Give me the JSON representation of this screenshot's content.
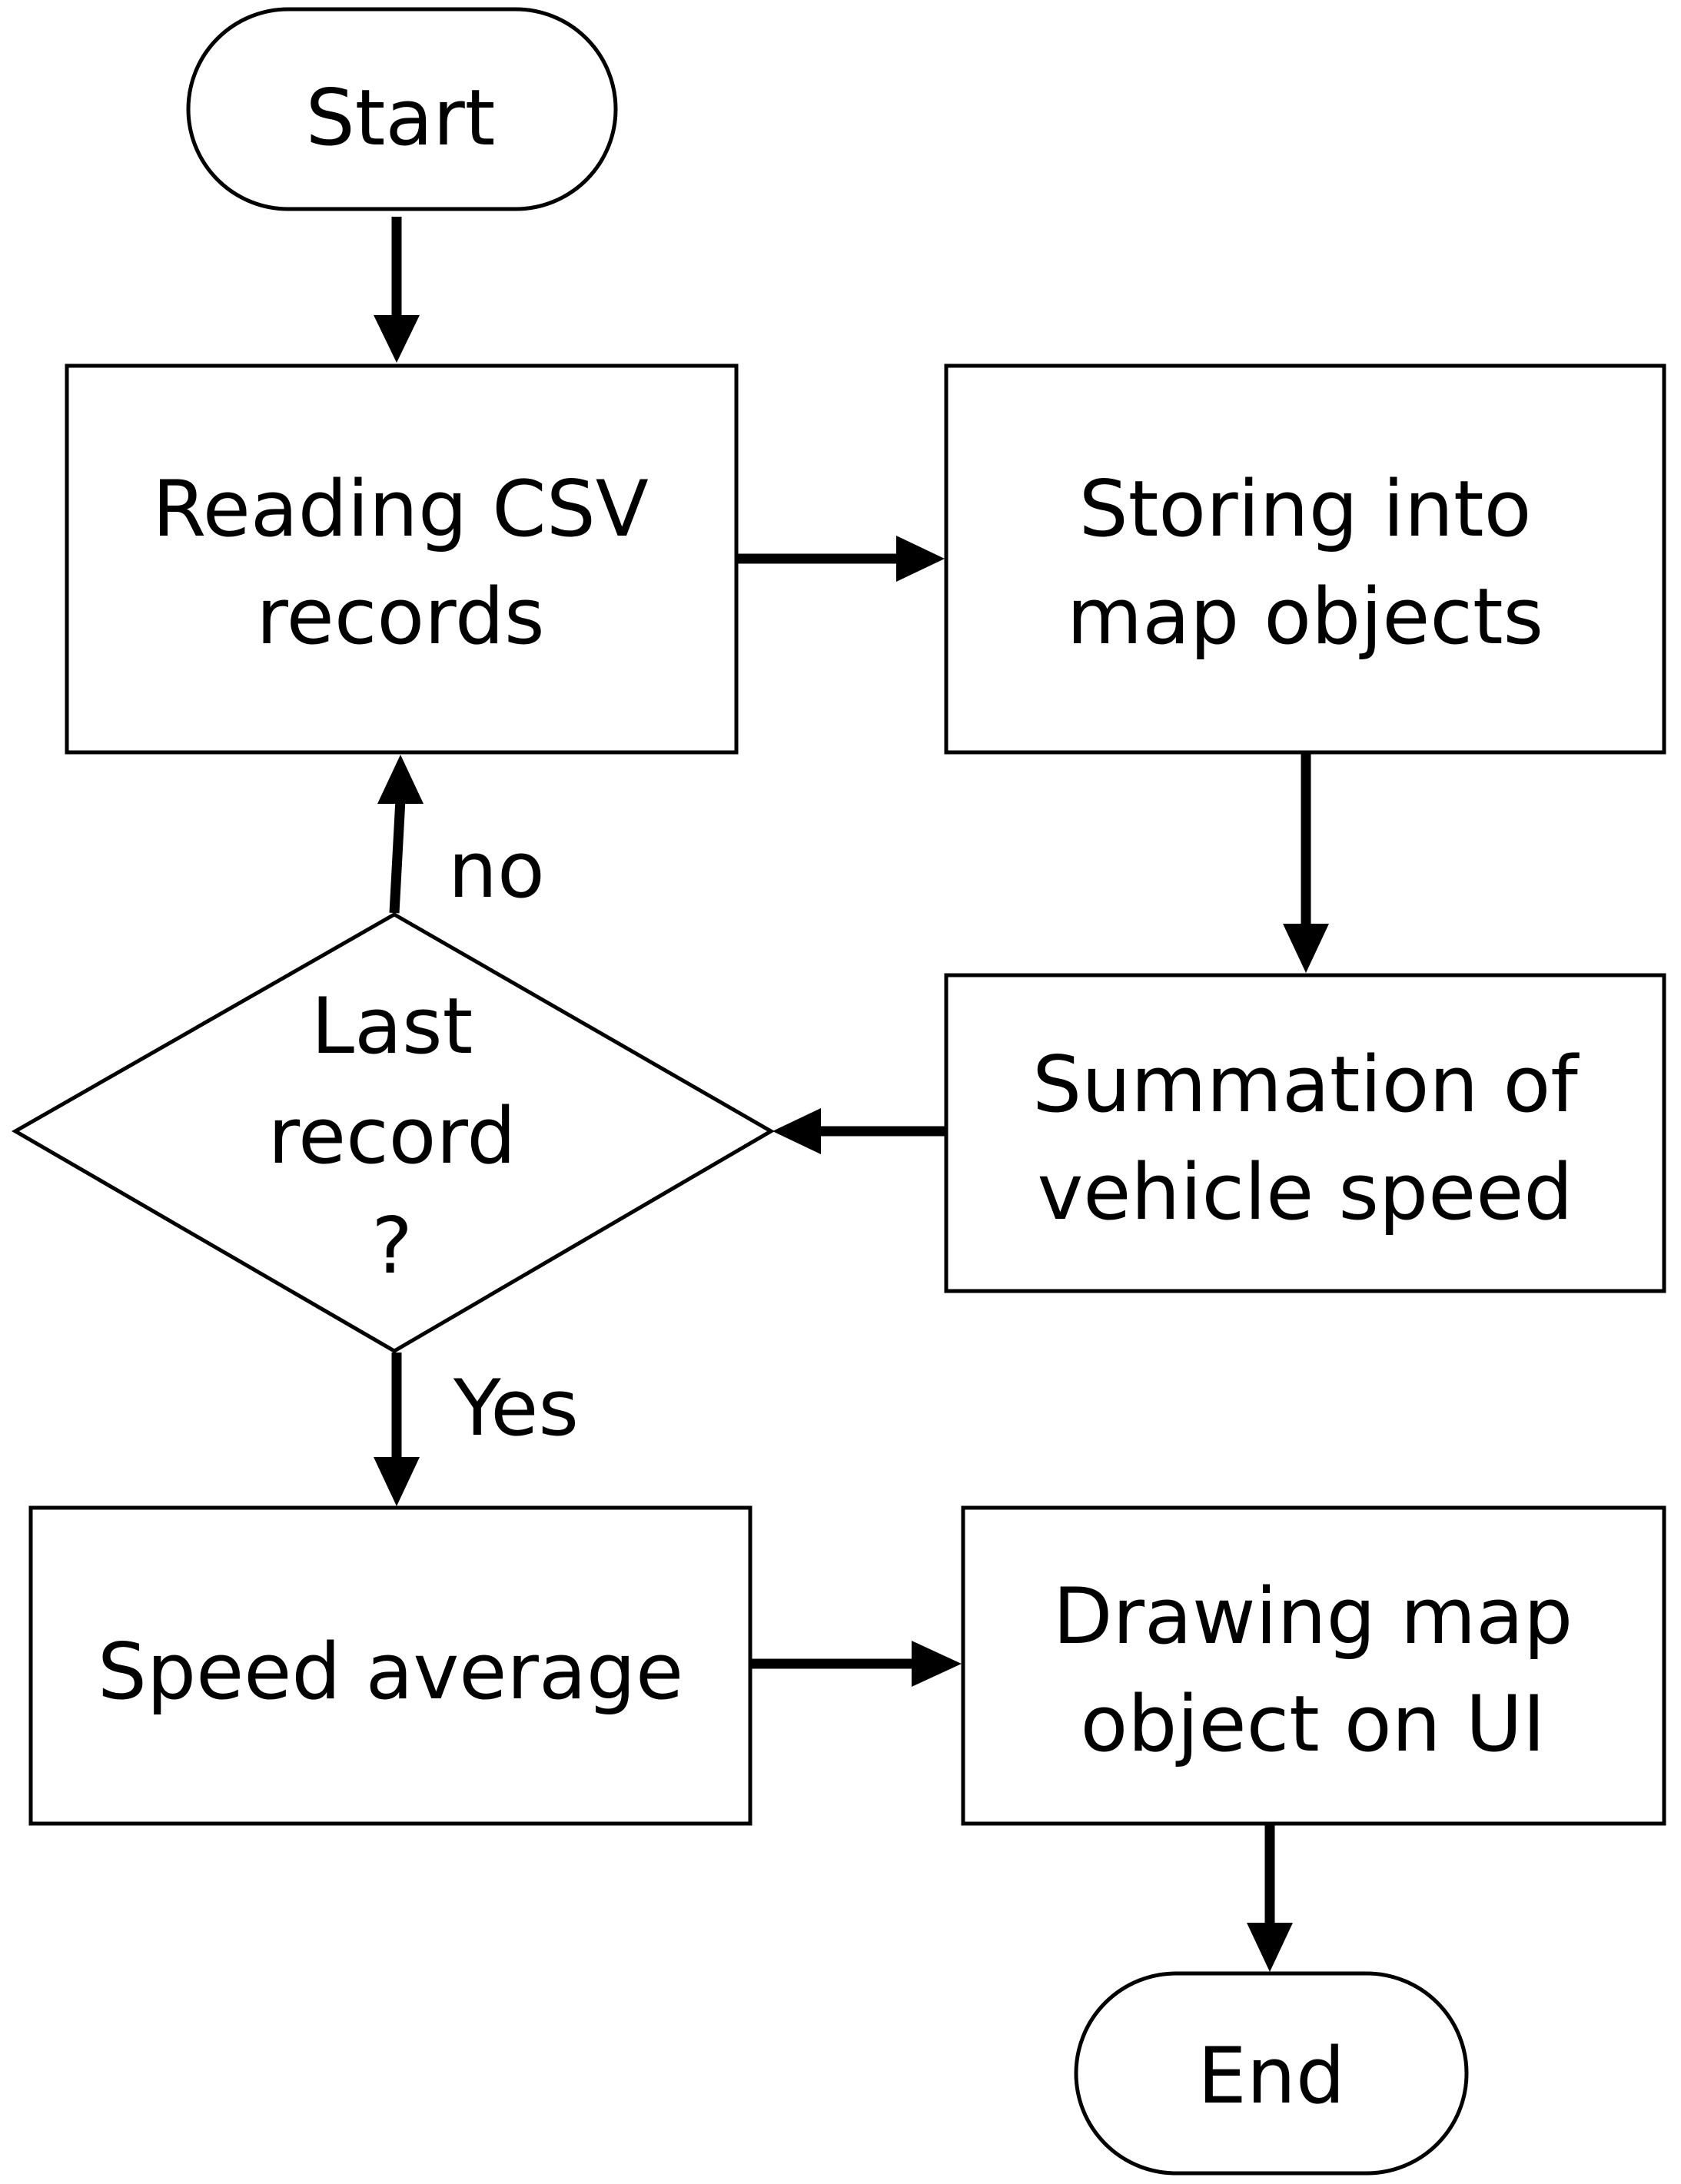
{
  "nodes": {
    "start": {
      "label": "Start"
    },
    "reading_csv": {
      "line1": "Reading CSV",
      "line2": "records"
    },
    "storing_map": {
      "line1": "Storing into",
      "line2": "map objects"
    },
    "summation": {
      "line1": "Summation of",
      "line2": "vehicle speed"
    },
    "last_record": {
      "line1": "Last",
      "line2": "record",
      "line3": "?"
    },
    "speed_average": {
      "label": "Speed average"
    },
    "drawing_map": {
      "line1": "Drawing map",
      "line2": "object on UI"
    },
    "end": {
      "label": "End"
    }
  },
  "edges": {
    "no_label": "no",
    "yes_label": "Yes"
  }
}
